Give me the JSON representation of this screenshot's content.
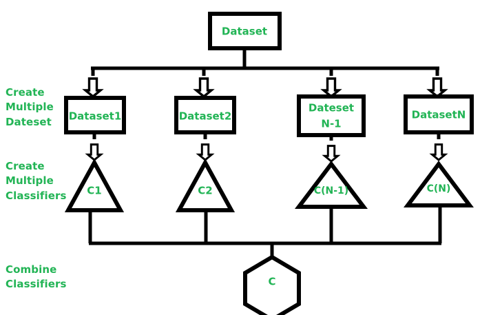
{
  "diagram": {
    "title": "Ensemble Learning Diagram",
    "accent_color": "#22b455",
    "line_color": "#000000",
    "background_color": "#ffffff",
    "stage_labels": [
      {
        "id": "create-datasets",
        "text": "Create\nMultiple\nDateset"
      },
      {
        "id": "create-classifiers",
        "text": "Create\nMultiple\nClassifiers"
      },
      {
        "id": "combine-classifiers",
        "text": "Combine\nClassifiers"
      }
    ],
    "root": {
      "id": "dataset",
      "label": "Dataset",
      "shape": "rectangle"
    },
    "datasets": [
      {
        "id": "dataset-1",
        "label": "Dataset1",
        "label_lines": [
          "Dataset1"
        ],
        "shape": "rectangle"
      },
      {
        "id": "dataset-2",
        "label": "Dataset2",
        "label_lines": [
          "Dataset2"
        ],
        "shape": "rectangle"
      },
      {
        "id": "dataset-n-1",
        "label": "Dateset N-1",
        "label_lines": [
          "Dateset",
          "N-1"
        ],
        "shape": "rectangle"
      },
      {
        "id": "dataset-n",
        "label": "DatasetN",
        "label_lines": [
          "DatasetN"
        ],
        "shape": "rectangle"
      }
    ],
    "classifiers": [
      {
        "id": "classifier-1",
        "label": "C1",
        "shape": "triangle"
      },
      {
        "id": "classifier-2",
        "label": "C2",
        "shape": "triangle"
      },
      {
        "id": "classifier-n-1",
        "label": "C(N-1)",
        "shape": "triangle"
      },
      {
        "id": "classifier-n",
        "label": "C(N)",
        "shape": "triangle"
      }
    ],
    "combiner": {
      "id": "combiner",
      "label": "C",
      "shape": "hexagon"
    },
    "arrow_icons": {
      "bus_to_dataset": "arrow-down-icon",
      "dataset_to_classifier": "arrow-down-icon"
    }
  }
}
